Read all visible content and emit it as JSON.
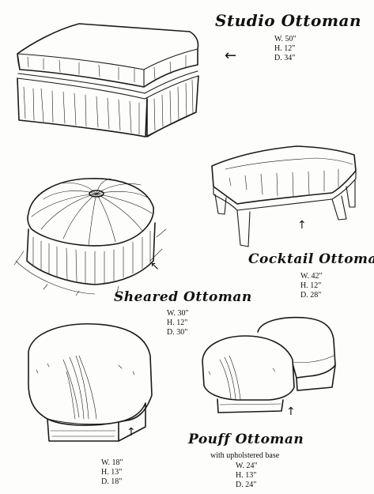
{
  "studio": {
    "title": "Studio Ottoman",
    "dims": [
      "W. 50\"",
      "H. 12\"",
      "D. 34\""
    ],
    "arrow": "←"
  },
  "cocktail": {
    "title": "Cocktail Ottoman",
    "dims": [
      "W. 42\"",
      "H. 12\"",
      "D. 28\""
    ],
    "arrow": "↑"
  },
  "sheared": {
    "title": "Sheared Ottoman",
    "dims": [
      "W. 30\"",
      "H. 12\"",
      "D. 30\""
    ],
    "arrow": "↖"
  },
  "pouff_single": {
    "dims": [
      "W. 18\"",
      "H. 13\"",
      "D. 18\""
    ],
    "arrow": "↑"
  },
  "pouff": {
    "title": "Pouff Ottoman",
    "subtitle": "with upholstered base",
    "dims": [
      "W. 24\"",
      "H. 13\"",
      "D. 24\""
    ],
    "arrow": "↑"
  }
}
